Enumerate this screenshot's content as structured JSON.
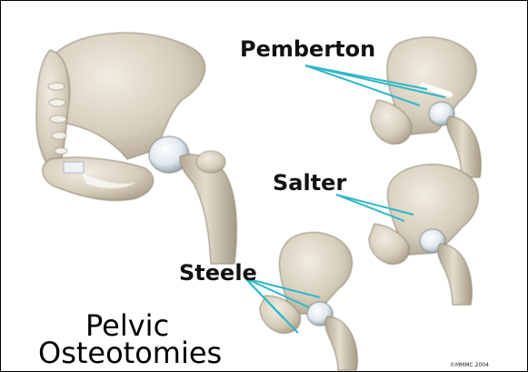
{
  "labels": {
    "pemberton": "Pemberton",
    "salter": "Salter",
    "steele": "Steele"
  },
  "title": {
    "line1": "Pelvic",
    "line2": "Osteotomies"
  },
  "copyright": "©MMMC 2004",
  "colors": {
    "bone": "#d8d0c0",
    "bone_shadow": "#a89e8a",
    "cartilage": "#eef3f6",
    "cut_line": "#2fb8c8",
    "border": "#000000"
  }
}
